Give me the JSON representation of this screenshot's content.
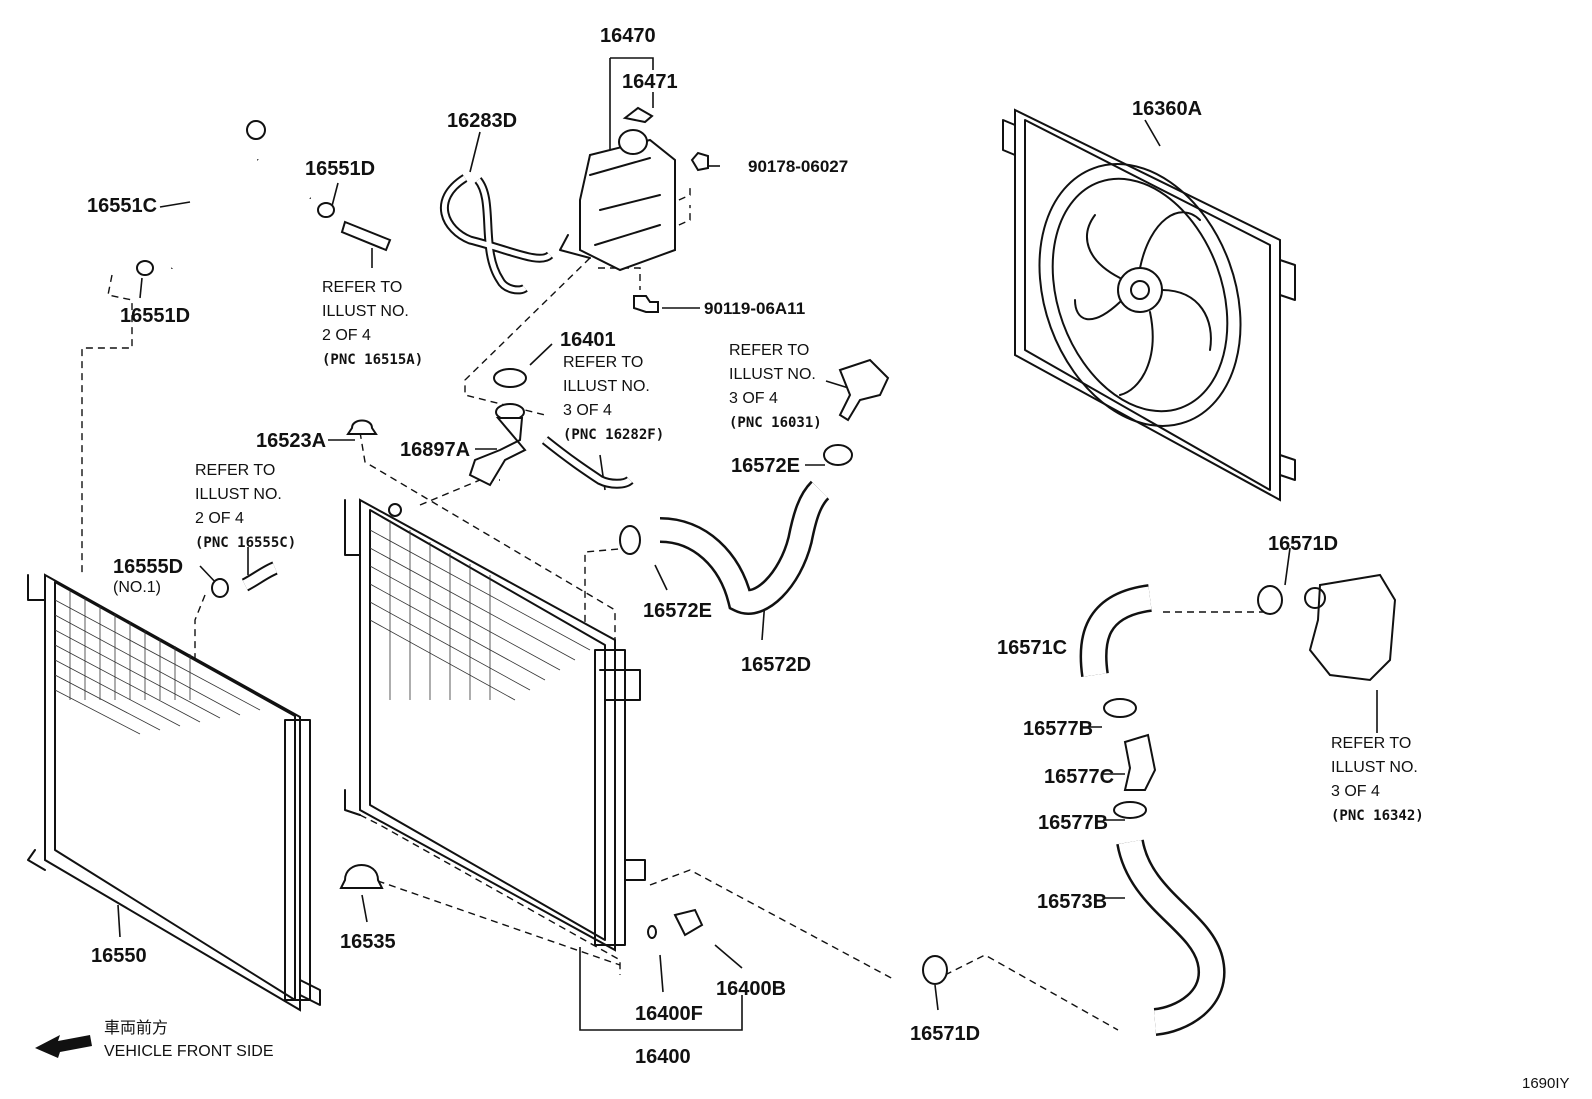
{
  "diagram": {
    "part_labels": {
      "p16470": "16470",
      "p16471": "16471",
      "p16283D": "16283D",
      "p16551D_top": "16551D",
      "p16551C": "16551C",
      "p16551D_left": "16551D",
      "p90178": "90178-06027",
      "p90119": "90119-06A11",
      "p16360A": "16360A",
      "p16401": "16401",
      "p16523A": "16523A",
      "p16897A": "16897A",
      "p16572E_top": "16572E",
      "p16555D": "16555D",
      "p16555D_sub": "(NO.1)",
      "p16572E_mid": "16572E",
      "p16572D": "16572D",
      "p16571D_right": "16571D",
      "p16571C": "16571C",
      "p16577B_top": "16577B",
      "p16577C": "16577C",
      "p16577B_bot": "16577B",
      "p16573B": "16573B",
      "p16550": "16550",
      "p16535": "16535",
      "p16400F": "16400F",
      "p16400B": "16400B",
      "p16400": "16400",
      "p16571D_bot": "16571D"
    },
    "refer_notes": {
      "note_16515A": [
        "REFER TO",
        "ILLUST NO.",
        "2 OF 4",
        "(PNC 16515A)"
      ],
      "note_16282F": [
        "REFER TO",
        "ILLUST NO.",
        "3 OF 4",
        "(PNC 16282F)"
      ],
      "note_16031": [
        "REFER TO",
        "ILLUST NO.",
        "3 OF 4",
        "(PNC 16031)"
      ],
      "note_16555C": [
        "REFER TO",
        "ILLUST NO.",
        "2 OF 4",
        "(PNC 16555C)"
      ],
      "note_16342": [
        "REFER TO",
        "ILLUST NO.",
        "3 OF 4",
        "(PNC 16342)"
      ]
    },
    "direction": {
      "jp": "車両前方",
      "en": "VEHICLE FRONT SIDE"
    },
    "illustration_id": "1690IY"
  }
}
